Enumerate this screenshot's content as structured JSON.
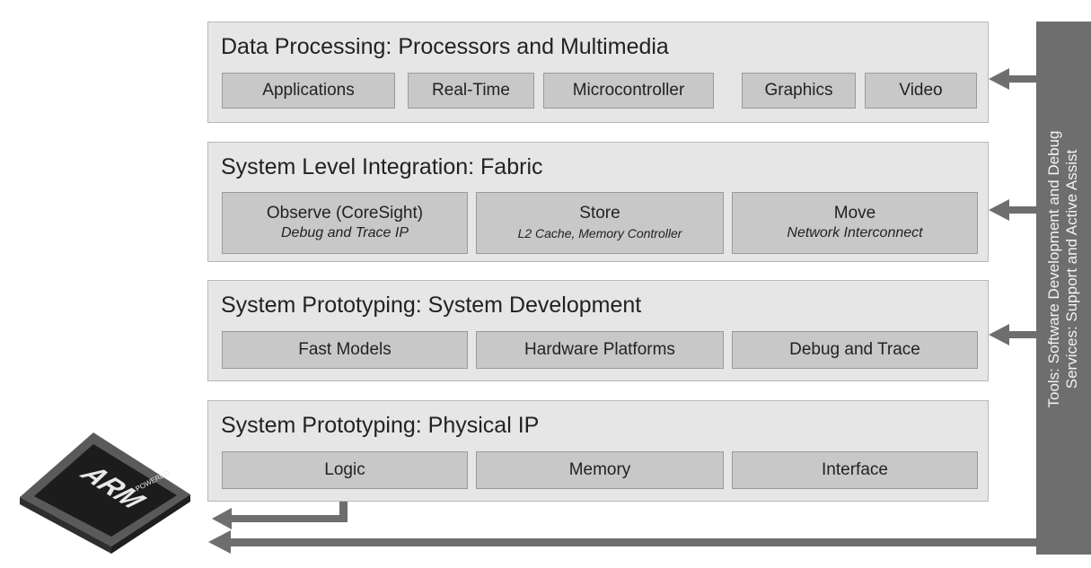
{
  "layers": [
    {
      "title": "Data Processing: Processors and Multimedia",
      "items": [
        "Applications",
        "Real-Time",
        "Microcontroller",
        "Graphics",
        "Video"
      ]
    },
    {
      "title": "System Level Integration: Fabric",
      "items": [
        {
          "label": "Observe (CoreSight)",
          "sub": "Debug and Trace IP"
        },
        {
          "label": "Store",
          "sub": "L2 Cache, Memory Controller"
        },
        {
          "label": "Move",
          "sub": "Network Interconnect"
        }
      ]
    },
    {
      "title": "System Prototyping: System Development",
      "items": [
        "Fast Models",
        "Hardware Platforms",
        "Debug and Trace"
      ]
    },
    {
      "title": "System Prototyping: Physical IP",
      "items": [
        "Logic",
        "Memory",
        "Interface"
      ]
    }
  ],
  "side_bar": {
    "line1": "Tools: Software Development and Debug",
    "line2": "Services: Support and Active Assist"
  },
  "chip": {
    "brand": "ARM",
    "badge": "POWERED"
  }
}
